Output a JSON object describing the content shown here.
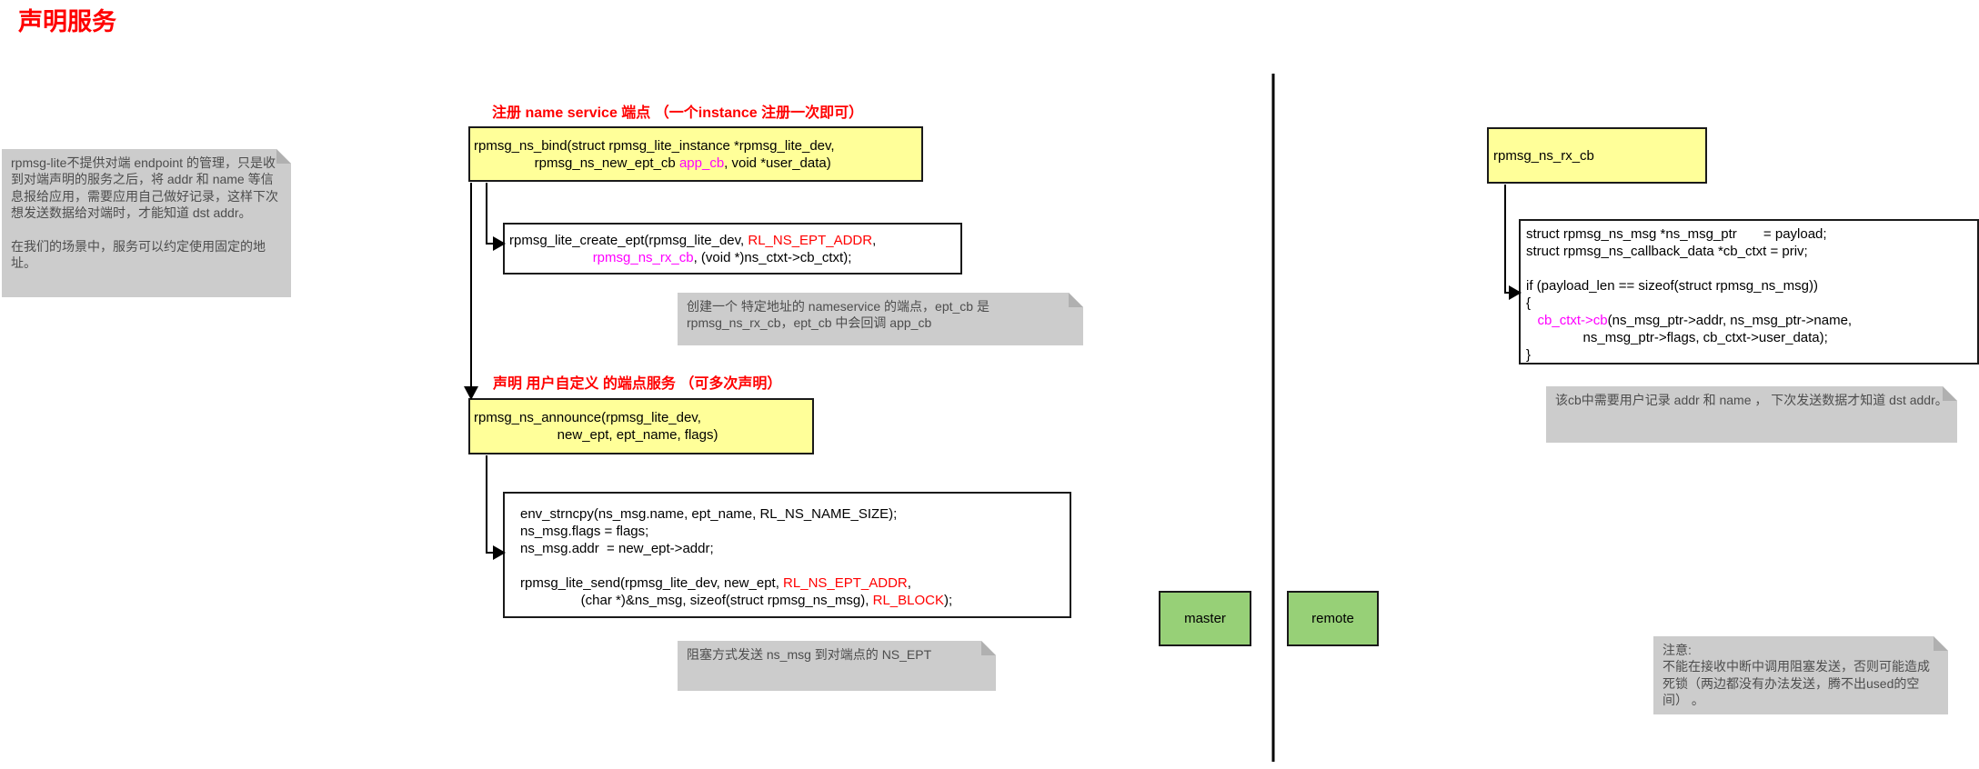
{
  "title": "声明服务",
  "colors": {
    "title_red": "#FF0000",
    "label_red": "#FF0000",
    "token_red": "#FF0000",
    "token_magenta": "#FF00FF",
    "box_yellow": "#FFFF99",
    "box_green": "#97D077",
    "note_gray": "#CCCCCC",
    "note_text": "#4D4D4D",
    "stroke_black": "#1A1A1A"
  },
  "left_note": {
    "para1": "rpmsg-lite不提供对端 endpoint 的管理，只是收到对端声明的服务之后，将 addr 和 name 等信息报给应用，需要应用自己做好记录，这样下次想发送数据给对端时，才能知道 dst addr。",
    "para2": "在我们的场景中，服务可以约定使用固定的地址。"
  },
  "flow": {
    "step1_label": "注册 name service 端点 （一个instance 注册一次即可）",
    "bind_box": {
      "lines": [
        [
          {
            "t": "rpmsg_ns_bind(struct rpmsg_lite_instance *rpmsg_lite_dev,"
          }
        ],
        [
          {
            "t": "                rpmsg_ns_new_ept_cb "
          },
          {
            "t": "app_cb",
            "c": "magenta"
          },
          {
            "t": ", void *user_data)"
          }
        ]
      ]
    },
    "create_box": {
      "lines": [
        [
          {
            "t": "rpmsg_lite_create_ept(rpmsg_lite_dev, "
          },
          {
            "t": "RL_NS_EPT_ADDR",
            "c": "red"
          },
          {
            "t": ","
          }
        ],
        [
          {
            "t": "                      "
          },
          {
            "t": "rpmsg_ns_rx_cb",
            "c": "magenta"
          },
          {
            "t": ", (void *)ns_ctxt->cb_ctxt);"
          }
        ]
      ]
    },
    "create_note": "创建一个 特定地址的 nameservice 的端点，ept_cb 是 rpmsg_ns_rx_cb，ept_cb 中会回调 app_cb",
    "step2_label": "声明 用户自定义 的端点服务 （可多次声明）",
    "announce_box": {
      "lines": [
        [
          {
            "t": "rpmsg_ns_announce(rpmsg_lite_dev,"
          }
        ],
        [
          {
            "t": "                      new_ept, ept_name, flags)"
          }
        ]
      ]
    },
    "send_box": {
      "lines": [
        [
          {
            "t": "env_strncpy(ns_msg.name, ept_name, RL_NS_NAME_SIZE);"
          }
        ],
        [
          {
            "t": "ns_msg.flags = flags;"
          }
        ],
        [
          {
            "t": "ns_msg.addr  = new_ept->addr;"
          }
        ],
        [],
        [
          {
            "t": "rpmsg_lite_send(rpmsg_lite_dev, new_ept, "
          },
          {
            "t": "RL_NS_EPT_ADDR",
            "c": "red"
          },
          {
            "t": ","
          }
        ],
        [
          {
            "t": "                (char *)&ns_msg, sizeof(struct rpmsg_ns_msg), "
          },
          {
            "t": "RL_BLOCK",
            "c": "red"
          },
          {
            "t": ");"
          }
        ]
      ]
    },
    "send_note": "阻塞方式发送 ns_msg 到对端点的 NS_EPT"
  },
  "lanes": {
    "master": "master",
    "remote": "remote"
  },
  "remote_flow": {
    "rx_cb_label": "rpmsg_ns_rx_cb",
    "rx_code_box": {
      "lines": [
        [
          {
            "t": "struct rpmsg_ns_msg *ns_msg_ptr       = payload;"
          }
        ],
        [
          {
            "t": "struct rpmsg_ns_callback_data *cb_ctxt = priv;"
          }
        ],
        [],
        [
          {
            "t": "if (payload_len == sizeof(struct rpmsg_ns_msg))"
          }
        ],
        [
          {
            "t": "{"
          }
        ],
        [
          {
            "t": "   "
          },
          {
            "t": "cb_ctxt->cb",
            "c": "magenta"
          },
          {
            "t": "(ns_msg_ptr->addr, ns_msg_ptr->name,"
          }
        ],
        [
          {
            "t": "               ns_msg_ptr->flags, cb_ctxt->user_data);"
          }
        ],
        [
          {
            "t": "}"
          }
        ]
      ]
    },
    "rx_note": "该cb中需要用户记录 addr 和 name ， 下次发送数据才知道 dst addr。",
    "warning_note": "注意:\n不能在接收中断中调用阻塞发送，否则可能造成死锁（两边都没有办法发送，腾不出used的空间） 。"
  }
}
